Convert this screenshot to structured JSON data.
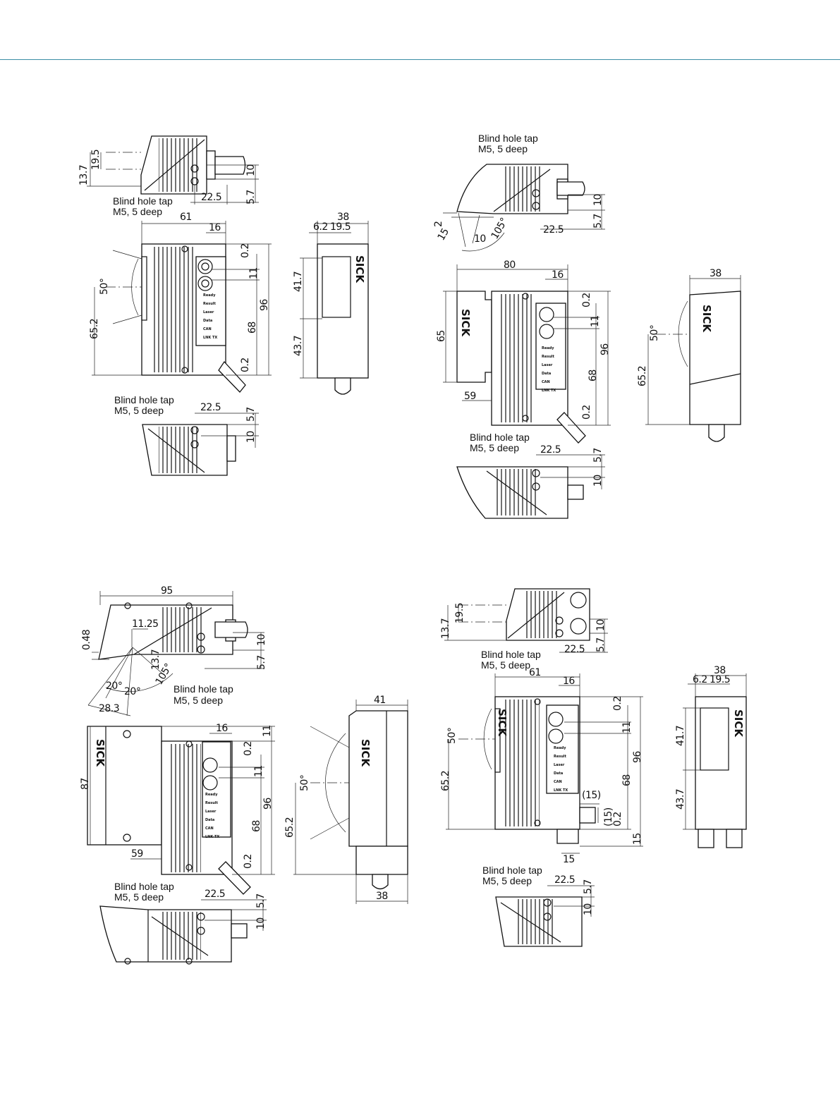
{
  "header": {
    "rule_color": "#3b8ea5"
  },
  "labels": {
    "blind_hole_line1": "Blind hole tap",
    "blind_hole_line2": "M5, 5 deep",
    "brand": "SICK",
    "brand_mirrored": "SICK"
  },
  "led_panel": [
    "Ready",
    "Result",
    "Laser",
    "Data",
    "CAN",
    "LNK TX"
  ],
  "dims": {
    "d13_7": "13.7",
    "d19_5": "19.5",
    "d10": "10",
    "d5_7": "5.7",
    "d22_5": "22.5",
    "d61": "61",
    "d16": "16",
    "d0_2": "0.2",
    "d11": "11",
    "d96": "96",
    "d68": "68",
    "d65_2": "65.2",
    "d50": "50°",
    "d38": "38",
    "d6_2": "6.2",
    "d41_7": "41.7",
    "d43_7": "43.7",
    "d2": "2",
    "d15": "15",
    "d105": "105°",
    "d80": "80",
    "d65": "65",
    "d59": "59",
    "d95": "95",
    "d0_48": "0.48",
    "d11_25": "11.25",
    "d20": "20°",
    "d28_3": "28.3",
    "d87": "87",
    "d41": "41",
    "p15": "(15)"
  },
  "icons": [
    "connector-icon",
    "mounting-screw-icon",
    "led-panel-icon"
  ]
}
